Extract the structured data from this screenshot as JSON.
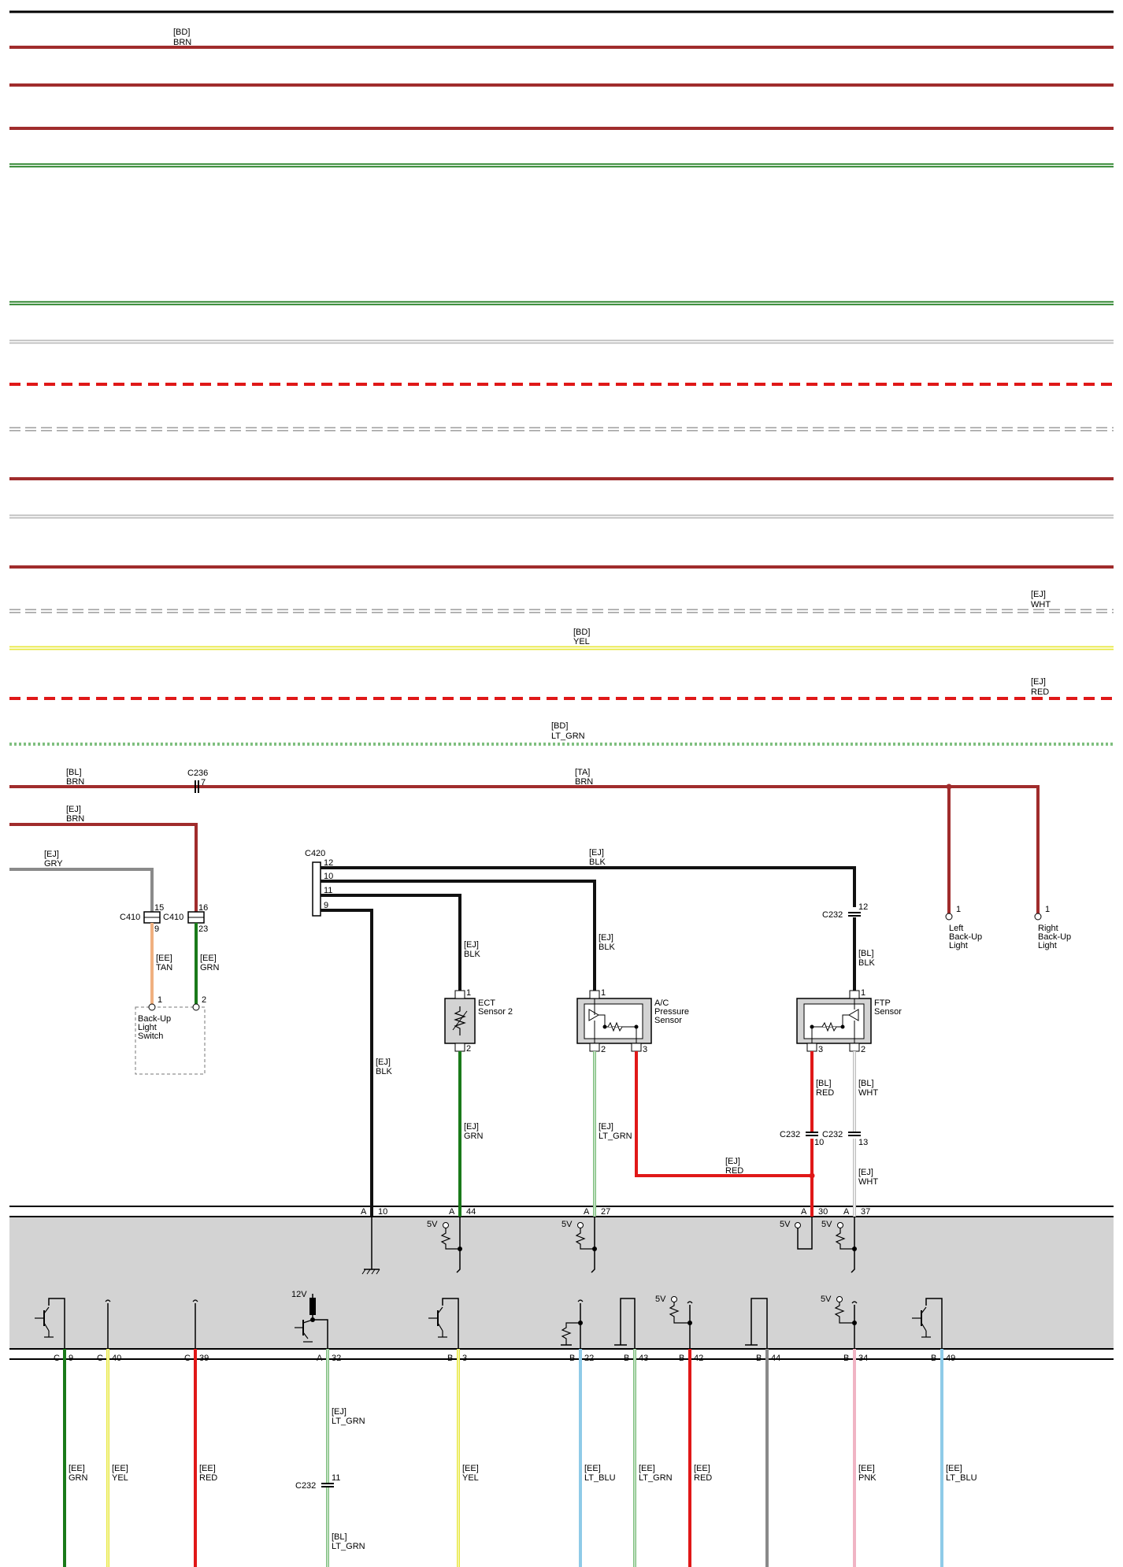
{
  "colors": {
    "BRN": "#a02c2c",
    "GRN": "#1a7a1a",
    "LT_GRN": "#7fbf7f",
    "YEL": "#e8e840",
    "RED": "#e01818",
    "BLK": "#111111",
    "WHT": "#bdbdbd",
    "GRY": "#8a8a8a",
    "TAN": "#f0b080",
    "LT_BLU": "#8fcbe8",
    "PNK": "#f0b4c4",
    "module": "#d3d3d3"
  },
  "top_wires": [
    {
      "id": "bd-brn",
      "style": "solid",
      "color": "BRN",
      "loc": "[BD]",
      "name": "BRN"
    },
    {
      "id": "brn-2",
      "style": "solid",
      "color": "BRN"
    },
    {
      "id": "brn-3",
      "style": "solid",
      "color": "BRN"
    },
    {
      "id": "grn-double-1",
      "style": "double",
      "color": "GRN"
    },
    {
      "id": "grn-double-2",
      "style": "double",
      "color": "GRN"
    },
    {
      "id": "wht-double-1",
      "style": "double",
      "color": "WHT"
    },
    {
      "id": "red-dash-1",
      "style": "dashed",
      "color": "RED"
    },
    {
      "id": "wht-dash-1",
      "style": "dashdouble",
      "color": "WHT"
    },
    {
      "id": "brn-4",
      "style": "solid",
      "color": "BRN"
    },
    {
      "id": "wht-double-2",
      "style": "double",
      "color": "WHT"
    },
    {
      "id": "brn-5",
      "style": "solid",
      "color": "BRN"
    },
    {
      "id": "ej-wht",
      "style": "dashdouble",
      "color": "WHT",
      "loc": "[EJ]",
      "name": "WHT"
    },
    {
      "id": "bd-yel",
      "style": "double",
      "color": "YEL",
      "loc": "[BD]",
      "name": "YEL"
    },
    {
      "id": "ej-red",
      "style": "dashed",
      "color": "RED",
      "loc": "[EJ]",
      "name": "RED"
    },
    {
      "id": "bd-ltgrn",
      "style": "dotted",
      "color": "LT_GRN",
      "loc": "[BD]",
      "name": "LT_GRN"
    }
  ],
  "connectors": {
    "c236": {
      "name": "C236",
      "pin": "7"
    },
    "c420": {
      "name": "C420",
      "pins": [
        "12",
        "10",
        "11",
        "9"
      ]
    },
    "c410a": {
      "name": "C410",
      "pin_top": "15",
      "pin_bottom": "9"
    },
    "c410b": {
      "name": "C410",
      "pin_top": "16",
      "pin_bottom": "23"
    },
    "c232_top": {
      "name": "C232",
      "pin": "12"
    },
    "c232_red": {
      "name": "C232",
      "pin": "10"
    },
    "c232_wht": {
      "name": "C232",
      "pin": "13"
    },
    "c232_bottom": {
      "name": "C232",
      "pin": "11"
    }
  },
  "components": {
    "ect": {
      "line1": "ECT",
      "line2": "Sensor 2",
      "pin_top": "1",
      "pin_bottom": "2"
    },
    "ac": {
      "line1": "A/C",
      "line2": "Pressure",
      "line3": "Sensor",
      "pin_top": "1",
      "pin_a": "2",
      "pin_b": "3"
    },
    "ftp": {
      "line1": "FTP",
      "line2": "Sensor",
      "pin_top": "1",
      "pin_a": "3",
      "pin_b": "2"
    },
    "backup_switch": {
      "line1": "Back-Up",
      "line2": "Light",
      "line3": "Switch",
      "pin1": "1",
      "pin2": "2"
    },
    "left_light": {
      "line1": "Left",
      "line2": "Back-Up",
      "line3": "Light",
      "pin": "1"
    },
    "right_light": {
      "line1": "Right",
      "line2": "Back-Up",
      "line3": "Light",
      "pin": "1"
    }
  },
  "wire_labels": {
    "bl_brn": {
      "loc": "[BL]",
      "name": "BRN"
    },
    "ej_brn": {
      "loc": "[EJ]",
      "name": "BRN"
    },
    "ej_gry": {
      "loc": "[EJ]",
      "name": "GRY"
    },
    "ta_brn": {
      "loc": "[TA]",
      "name": "BRN"
    },
    "ej_blk_top": {
      "loc": "[EJ]",
      "name": "BLK"
    },
    "ee_tan": {
      "loc": "[EE]",
      "name": "TAN"
    },
    "ee_grn_sw": {
      "loc": "[EE]",
      "name": "GRN"
    },
    "ej_blk_ect": {
      "loc": "[EJ]",
      "name": "BLK"
    },
    "ej_blk_ac": {
      "loc": "[EJ]",
      "name": "BLK"
    },
    "bl_blk_ftp": {
      "loc": "[BL]",
      "name": "BLK"
    },
    "ej_blk_gnd": {
      "loc": "[EJ]",
      "name": "BLK"
    },
    "ej_grn_ect": {
      "loc": "[EJ]",
      "name": "GRN"
    },
    "ej_ltgrn_ac": {
      "loc": "[EJ]",
      "name": "LT_GRN"
    },
    "ej_red_ac": {
      "loc": "[EJ]",
      "name": "RED"
    },
    "bl_red_ftp": {
      "loc": "[BL]",
      "name": "RED"
    },
    "bl_wht_ftp": {
      "loc": "[BL]",
      "name": "WHT"
    },
    "ej_wht_ftp": {
      "loc": "[EJ]",
      "name": "WHT"
    },
    "ej_ltgrn_low": {
      "loc": "[EJ]",
      "name": "LT_GRN"
    },
    "bl_ltgrn_low": {
      "loc": "[BL]",
      "name": "LT_GRN"
    }
  },
  "module_pins_top": [
    {
      "conn": "A",
      "pin": "10"
    },
    {
      "conn": "A",
      "pin": "44"
    },
    {
      "conn": "A",
      "pin": "27"
    },
    {
      "conn": "A",
      "pin": "30"
    },
    {
      "conn": "A",
      "pin": "37"
    }
  ],
  "module_pins_bottom": [
    {
      "conn": "C",
      "pin": "9"
    },
    {
      "conn": "C",
      "pin": "40"
    },
    {
      "conn": "C",
      "pin": "39"
    },
    {
      "conn": "A",
      "pin": "32"
    },
    {
      "conn": "B",
      "pin": "3"
    },
    {
      "conn": "B",
      "pin": "22"
    },
    {
      "conn": "B",
      "pin": "43"
    },
    {
      "conn": "B",
      "pin": "42"
    },
    {
      "conn": "B",
      "pin": "44"
    },
    {
      "conn": "B",
      "pin": "34"
    },
    {
      "conn": "B",
      "pin": "49"
    }
  ],
  "voltages": {
    "v5": "5V",
    "v12": "12V"
  },
  "bottom_wires": [
    {
      "loc": "[EE]",
      "name": "GRN"
    },
    {
      "loc": "[EE]",
      "name": "YEL"
    },
    {
      "loc": "[EE]",
      "name": "RED"
    },
    {
      "loc": "[EJ]",
      "name": "LT_GRN"
    },
    {
      "loc": "[EE]",
      "name": "YEL"
    },
    {
      "loc": "[EE]",
      "name": "LT_BLU"
    },
    {
      "loc": "[EE]",
      "name": "LT_GRN"
    },
    {
      "loc": "[EE]",
      "name": "RED"
    },
    {
      "loc": "",
      "name": ""
    },
    {
      "loc": "[EE]",
      "name": "PNK"
    },
    {
      "loc": "[EE]",
      "name": "LT_BLU"
    }
  ]
}
